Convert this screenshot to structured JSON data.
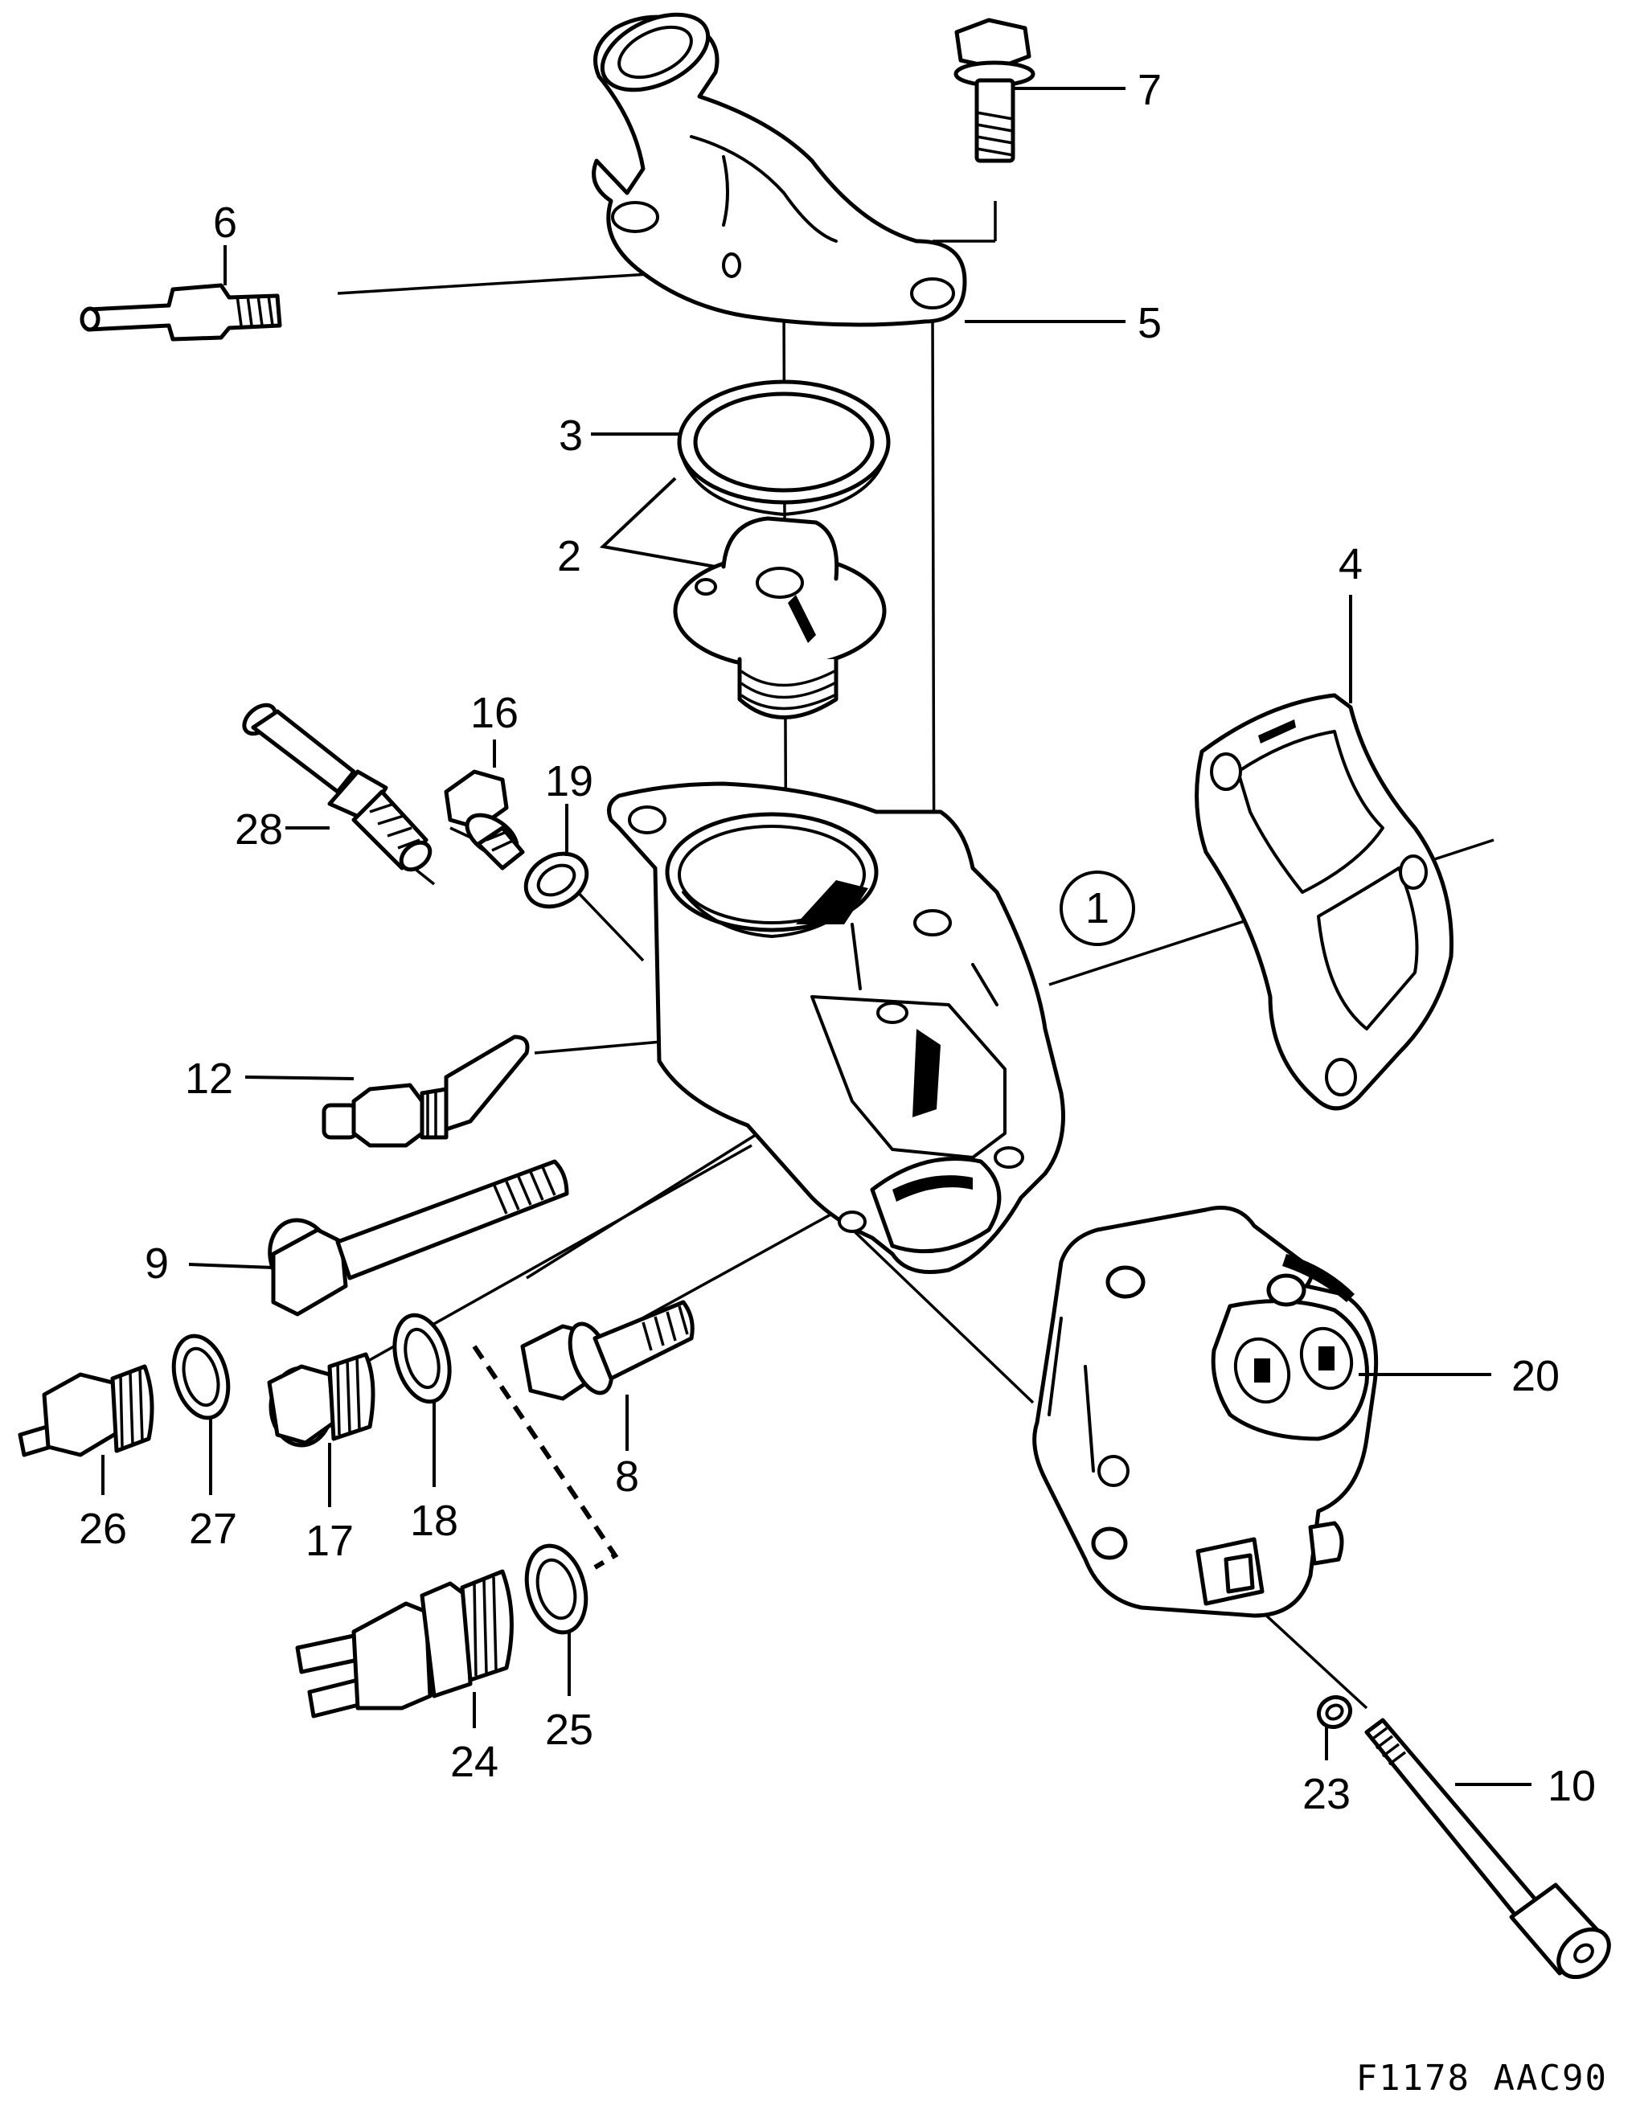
{
  "callouts": {
    "c1": "1",
    "c2": "2",
    "c3": "3",
    "c4": "4",
    "c5": "5",
    "c6": "6",
    "c7": "7",
    "c8": "8",
    "c9": "9",
    "c10": "10",
    "c12": "12",
    "c16": "16",
    "c17": "17",
    "c18": "18",
    "c19": "19",
    "c20": "20",
    "c23": "23",
    "c24": "24",
    "c25": "25",
    "c26": "26",
    "c27": "27",
    "c28": "28"
  },
  "reference_code": "F1178 AAC90"
}
